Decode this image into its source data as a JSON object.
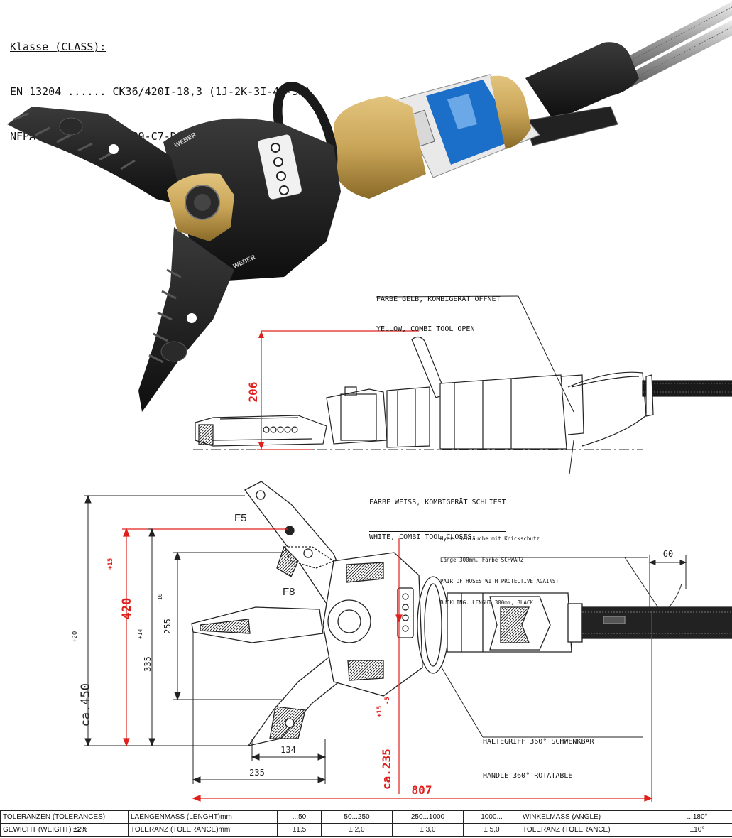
{
  "class_block": {
    "title": "Klasse (CLASS):",
    "line1": "EN 13204 ...... CK36/420I-18,3 (1J-2K-3I-4K-5K)",
    "line2": "NFPA 1936 ..... A7-B9-C7-D9-E9"
  },
  "brand": "WEBER",
  "notes": {
    "open_de": "FARBE GELB, KOMBIGERÄT ÖFFNET",
    "open_en": "YELLOW, COMBI TOOL OPEN",
    "close_de": "FARBE WEISS, KOMBIGERÄT SCHLIEST",
    "close_en": "WHITE, COMBI TOOL CLOSES",
    "hose_1": "Hydr. Schläuche mit Knickschutz",
    "hose_2": "Länge 300mm, Farbe SCHWARZ",
    "hose_3": "PAIR OF HOSES WITH PROTECTIVE AGAINST",
    "hose_4": "BUCKLING. LENGHT 300mm, BLACK",
    "handle_de": "HALTEGRIFF 360° SCHWENKBAR",
    "handle_en": "HANDLE 360° ROTATABLE"
  },
  "dims": {
    "d206": "206",
    "d60": "60",
    "d420": "420",
    "d420_tol": "+15",
    "d450": "ca.450",
    "d450_tol": "+20",
    "d335": "335",
    "d335_tol": "+14",
    "d255": "255",
    "d255_tol": "+10",
    "d134": "134",
    "d235h": "235",
    "d235v": "ca.235",
    "d235v_tol_up": "+15",
    "d235v_tol_dn": "-5",
    "d807": "807",
    "f5": "F5",
    "f8": "F8"
  },
  "tolerance_table": {
    "row1": [
      "TOLERANZEN (TOLERANCES)",
      "LAENGENMASS (LENGHT)mm",
      "...50",
      "50...250",
      "250...1000",
      "1000...",
      "WINKELMASS (ANGLE)",
      "...180°"
    ],
    "row2": [
      "GEWICHT (WEIGHT)",
      "±2%",
      "TOLERANZ (TOLERANCE)mm",
      "±1,5",
      "± 2,0",
      "± 3,0",
      "± 5,0",
      "TOLERANZ (TOLERANCE)",
      "±10°"
    ]
  },
  "colors": {
    "dimension_red": "#e0201c",
    "tool_black": "#1c1c1c",
    "tool_gold": "#c9a558",
    "label_blue": "#1c6fc9"
  }
}
